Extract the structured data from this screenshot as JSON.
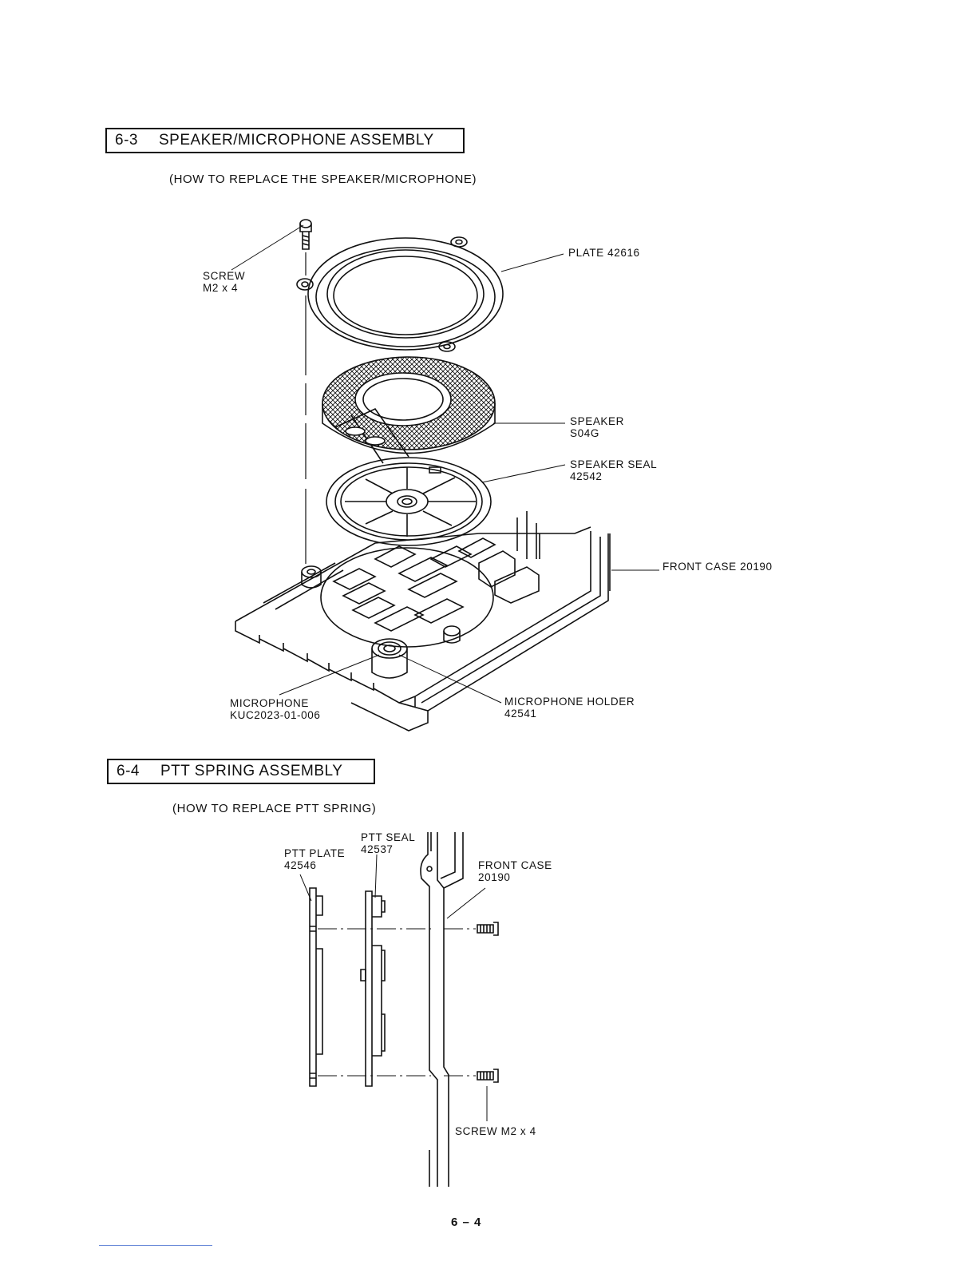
{
  "section_63": {
    "number": "6-3",
    "title": "SPEAKER/MICROPHONE ASSEMBLY",
    "subtitle": "(HOW TO REPLACE THE SPEAKER/MICROPHONE)",
    "labels": {
      "screw_line1": "SCREW",
      "screw_line2": "M2 x 4",
      "plate": "PLATE 42616",
      "speaker_line1": "SPEAKER",
      "speaker_line2": "S04G",
      "speaker_seal_line1": "SPEAKER SEAL",
      "speaker_seal_line2": "42542",
      "front_case": "FRONT CASE 20190",
      "microphone_line1": "MICROPHONE",
      "microphone_line2": "KUC2023-01-006",
      "mic_holder_line1": "MICROPHONE HOLDER",
      "mic_holder_line2": "42541"
    }
  },
  "section_64": {
    "number": "6-4",
    "title": "PTT SPRING ASSEMBLY",
    "subtitle": "(HOW TO REPLACE PTT SPRING)",
    "labels": {
      "ptt_plate_line1": "PTT PLATE",
      "ptt_plate_line2": "42546",
      "ptt_seal_line1": "PTT SEAL",
      "ptt_seal_line2": "42537",
      "front_case_line1": "FRONT CASE",
      "front_case_line2": "20190",
      "screw": "SCREW M2 x 4"
    }
  },
  "page_number": "6 – 4"
}
